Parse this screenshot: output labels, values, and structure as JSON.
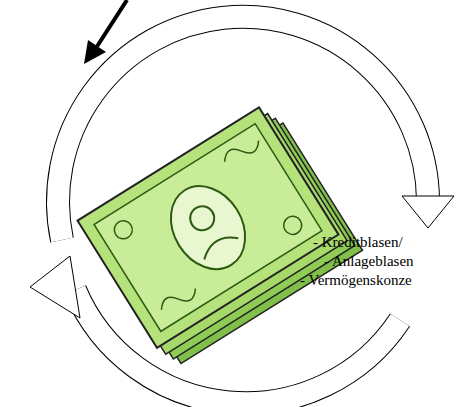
{
  "diagram": {
    "labels": [
      "- Kreditblasen/",
      "- Anlageblasen",
      "- Vermögenskonze"
    ]
  }
}
